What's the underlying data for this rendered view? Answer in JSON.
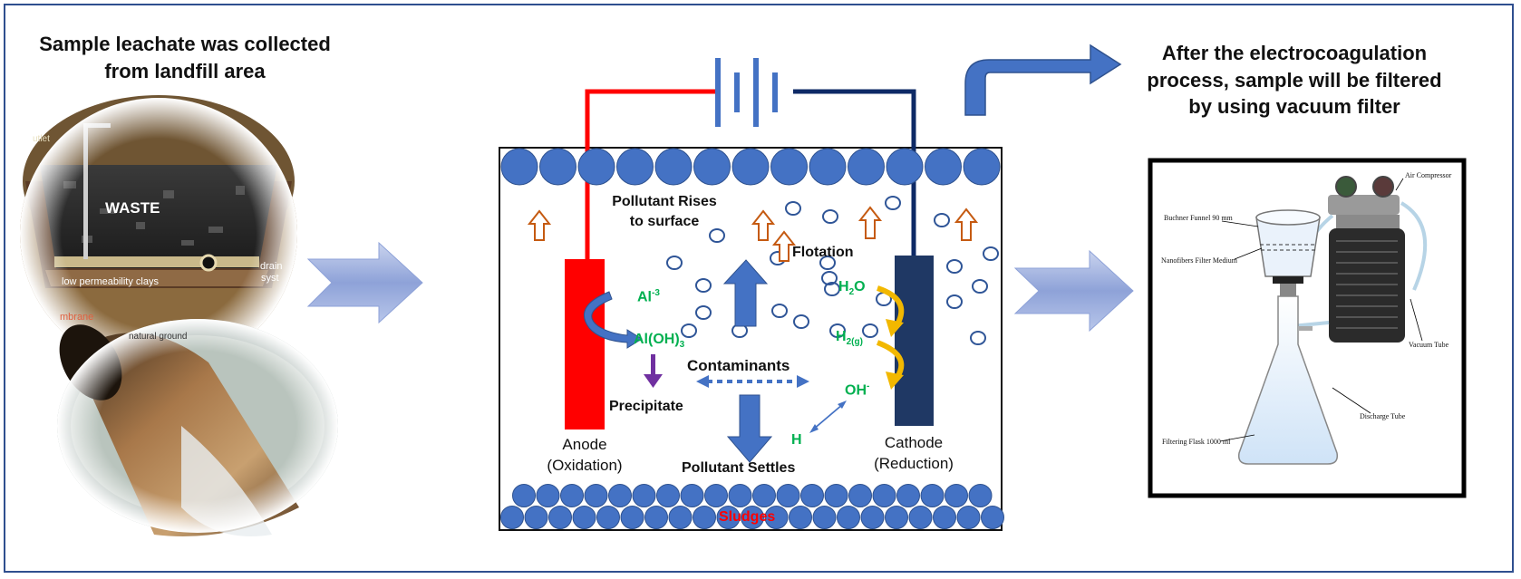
{
  "left": {
    "title_line1": "Sample leachate was collected",
    "title_line2": "from landfill area",
    "landfill": {
      "waste": "WASTE",
      "clays": "low permeability clays",
      "outlet": "utlet",
      "drain": "drain",
      "drain2": "syst",
      "membrane": "mbrane",
      "ground": "natural ground"
    }
  },
  "right": {
    "title_line1": "After the electrocoagulation",
    "title_line2": "process, sample will be filtered",
    "title_line3": "by using vacuum filter",
    "apparatus": {
      "air_compressor": "Air Compressor",
      "buchner_funnel": "Buchner Funnel 90 mm",
      "nanofibers": "Nanofibers Filter Medium",
      "vacuum_tube": "Vacuum Tube",
      "discharge_tube": "Discharge Tube",
      "flask": "Filtering Flask 1000 ml"
    }
  },
  "cell": {
    "pollutant_rises_1": "Pollutant Rises",
    "pollutant_rises_2": "to surface",
    "flotation": "Flotation",
    "al3": "Al",
    "al3_sup": "-3",
    "aloh3": "Al(OH)",
    "aloh3_sub": "3",
    "h2o_h": "H",
    "h2o_sub": "2",
    "h2o_o": "O",
    "h2g_h": "H",
    "h2g_sub": "2(g)",
    "oh": "OH",
    "oh_sup": "-",
    "h": "H",
    "contaminants": "Contaminants",
    "precipitate": "Precipitate",
    "anode_1": "Anode",
    "anode_2": "(Oxidation)",
    "cathode_1": "Cathode",
    "cathode_2": "(Reduction)",
    "pollutant_settles": "Pollutant Settles",
    "sludges": "Sludges"
  },
  "colors": {
    "anode": "#ff0000",
    "cathode": "#1f3864",
    "bubble": "#4472c4",
    "chem_green": "#00b050",
    "sludge_red": "#ff0000",
    "precip_purple": "#7030a0",
    "gold_arrow": "#f2b800",
    "orange_arrow": "#c55a11"
  }
}
